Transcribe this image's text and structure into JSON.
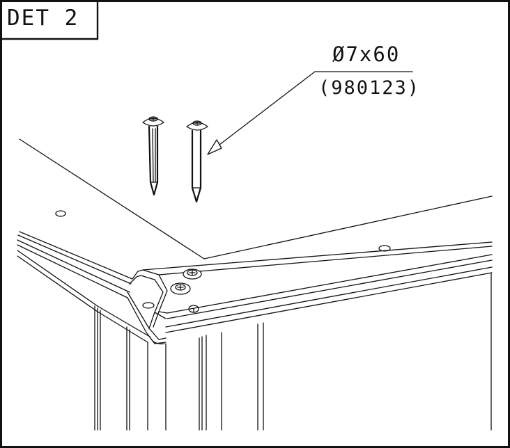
{
  "detail": {
    "label": "DET 2"
  },
  "callout": {
    "size": "Ø7x60",
    "part_number": "(980123)"
  },
  "icons": {
    "screw_left": "screw-icon",
    "screw_right": "screw-icon",
    "placed_screw": "screw-head-icon",
    "hole": "hole-icon"
  }
}
